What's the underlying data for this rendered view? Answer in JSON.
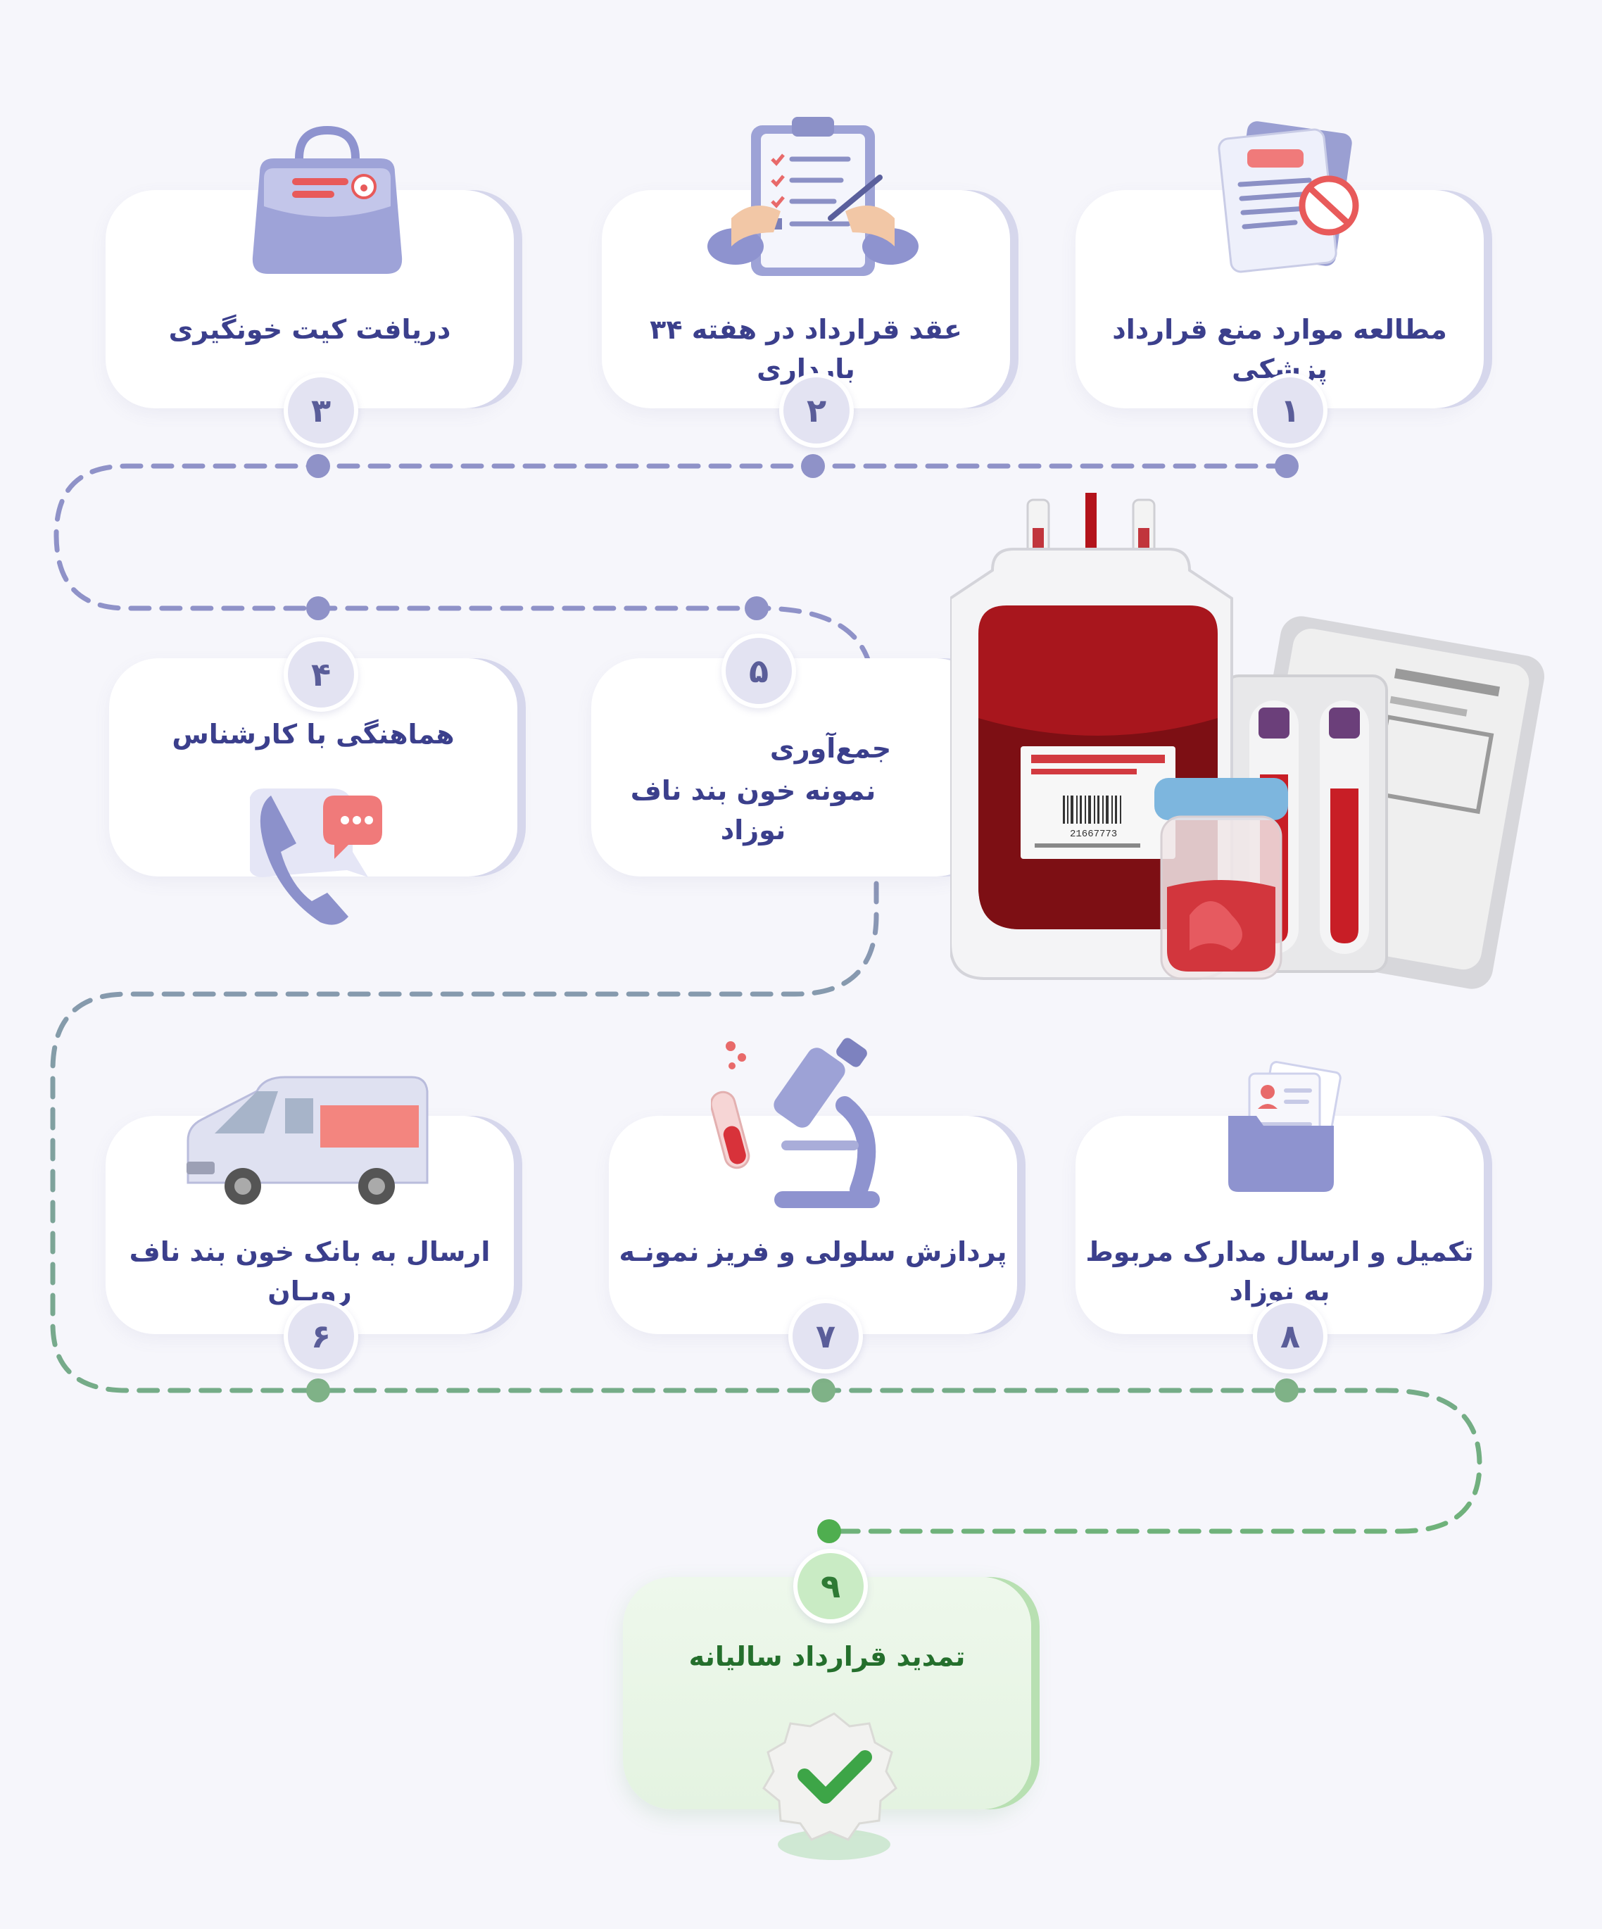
{
  "steps": [
    {
      "number": "۱",
      "label": "مطالعه موارد منع قرارداد پزشکی",
      "icon": "document-prohibited-icon"
    },
    {
      "number": "۲",
      "label": "عقد قرارداد در هفته ۳۴ بارداری",
      "icon": "clipboard-contract-icon"
    },
    {
      "number": "۳",
      "label": "دریافت کیت خونگیری",
      "icon": "bag-kit-icon"
    },
    {
      "number": "۴",
      "label": "هماهنگی با کارشناس",
      "icon": "phone-chat-icon"
    },
    {
      "number": "۵",
      "label_line1": "جمع‌آوری",
      "label_line2": "نمونه خون بند ناف نوزاد",
      "icon": "blood-bag-icon"
    },
    {
      "number": "۶",
      "label": "ارسال به بانک خون بند ناف رویـان",
      "icon": "van-icon"
    },
    {
      "number": "۷",
      "label": "پردازش سلولی و فریز نمونـه",
      "icon": "microscope-icon"
    },
    {
      "number": "۸",
      "label": "تکمیل و ارسال مدارک مربوط به نوزاد",
      "icon": "folder-documents-icon"
    },
    {
      "number": "۹",
      "label": "تمدید قرارداد سالیانه",
      "icon": "check-badge-icon"
    }
  ],
  "colors": {
    "title": "#3b3f8c",
    "final_title": "#246f2c",
    "path_purple": "#8f92c8",
    "path_green": "#6cb96c",
    "blood": "#a8161d"
  },
  "barcode_text": "21667773"
}
